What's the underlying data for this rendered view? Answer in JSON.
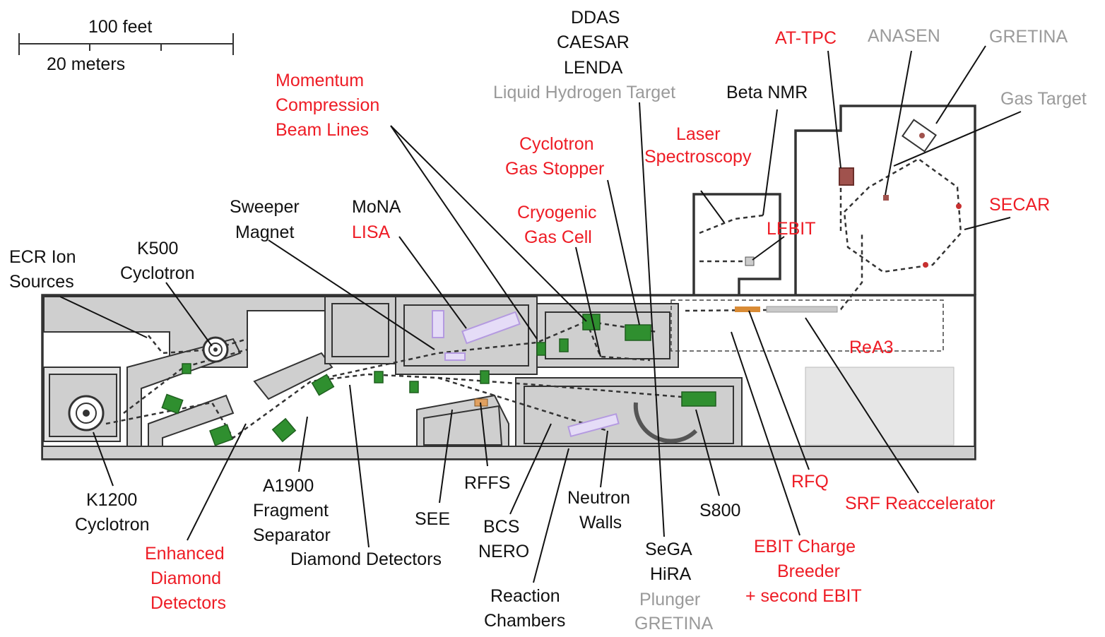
{
  "scale_bar": {
    "feet": "100 feet",
    "meters": "20 meters"
  },
  "labels_top": {
    "ddas": "DDAS",
    "caesar": "CAESAR",
    "lenda": "LENDA",
    "liquid_hydrogen_target": "Liquid Hydrogen Target",
    "beta_nmr": "Beta NMR",
    "at_tpc": "AT-TPC",
    "anasen": "ANASEN",
    "gretina_top": "GRETINA",
    "gas_target": "Gas Target",
    "momentum_1": "Momentum",
    "momentum_2": "Compression",
    "momentum_3": "Beam Lines",
    "cyclotron_gas_1": "Cyclotron",
    "cyclotron_gas_2": "Gas Stopper",
    "laser_1": "Laser",
    "laser_2": "Spectroscopy",
    "secar": "SECAR",
    "cryogenic_1": "Cryogenic",
    "cryogenic_2": "Gas Cell",
    "lebit": "LEBIT",
    "sweeper_1": "Sweeper",
    "sweeper_2": "Magnet",
    "mona": "MoNA",
    "lisa": "LISA",
    "ecr_1": "ECR Ion",
    "ecr_2": "Sources",
    "k500_1": "K500",
    "k500_2": "Cyclotron",
    "rea3": "ReA3"
  },
  "labels_bottom": {
    "k1200_1": "K1200",
    "k1200_2": "Cyclotron",
    "a1900_1": "A1900",
    "a1900_2": "Fragment",
    "a1900_3": "Separator",
    "enhanced_1": "Enhanced",
    "enhanced_2": "Diamond",
    "enhanced_3": "Detectors",
    "diamond_detectors": "Diamond Detectors",
    "see": "SEE",
    "rffs": "RFFS",
    "bcs": "BCS",
    "nero": "NERO",
    "reaction_1": "Reaction",
    "reaction_2": "Chambers",
    "neutron_1": "Neutron",
    "neutron_2": "Walls",
    "sega": "SeGA",
    "hira": "HiRA",
    "plunger": "Plunger",
    "gretina_bottom": "GRETINA",
    "s800": "S800",
    "rfq": "RFQ",
    "ebit_1": "EBIT Charge",
    "ebit_2": "Breeder",
    "ebit_3": "+ second EBIT",
    "srf": "SRF Reaccelerator"
  },
  "colors": {
    "new_facility": "#ee1c25",
    "existing": "#111111",
    "planned": "#9a9a9a",
    "magnet": "#2f8f2f"
  }
}
